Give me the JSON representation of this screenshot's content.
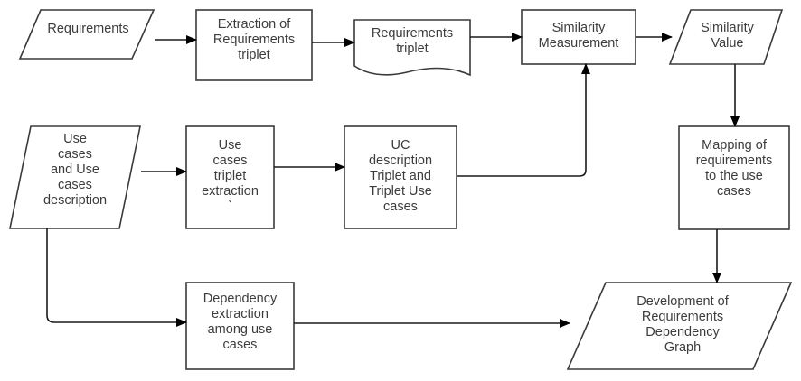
{
  "diagram": {
    "type": "flowchart",
    "nodes": {
      "requirements": {
        "shape": "parallelogram",
        "label": "Requirements"
      },
      "extraction_req_triplet": {
        "shape": "process",
        "label": "Extraction of\nRequirements\ntriplet"
      },
      "requirements_triplet": {
        "shape": "document",
        "label": "Requirements\ntriplet"
      },
      "similarity_measurement": {
        "shape": "process",
        "label": "Similarity\nMeasurement"
      },
      "similarity_value": {
        "shape": "parallelogram",
        "label": "Similarity\nValue"
      },
      "use_cases_input": {
        "shape": "parallelogram",
        "label": "Use\ncases\nand Use\ncases\ndescription"
      },
      "use_cases_triplet_extraction": {
        "shape": "process",
        "label": "Use\ncases\ntriplet\nextraction\n`"
      },
      "uc_description_triplet": {
        "shape": "process",
        "label": "UC\ndescription\nTriplet and\nTriplet Use\ncases"
      },
      "mapping_requirements": {
        "shape": "process",
        "label": "Mapping of\nrequirements\nto the use\ncases"
      },
      "dependency_extraction": {
        "shape": "process",
        "label": "Dependency\nextraction\namong  use\ncases"
      },
      "dependency_graph": {
        "shape": "parallelogram",
        "label": "Development of\nRequirements\nDependency\nGraph"
      }
    },
    "edges": [
      {
        "from": "requirements",
        "to": "extraction_req_triplet"
      },
      {
        "from": "extraction_req_triplet",
        "to": "requirements_triplet"
      },
      {
        "from": "requirements_triplet",
        "to": "similarity_measurement"
      },
      {
        "from": "similarity_measurement",
        "to": "similarity_value"
      },
      {
        "from": "similarity_value",
        "to": "mapping_requirements"
      },
      {
        "from": "mapping_requirements",
        "to": "dependency_graph"
      },
      {
        "from": "use_cases_input",
        "to": "use_cases_triplet_extraction"
      },
      {
        "from": "use_cases_triplet_extraction",
        "to": "uc_description_triplet"
      },
      {
        "from": "uc_description_triplet",
        "to": "similarity_measurement"
      },
      {
        "from": "use_cases_input",
        "to": "dependency_extraction"
      },
      {
        "from": "dependency_extraction",
        "to": "dependency_graph"
      }
    ]
  }
}
